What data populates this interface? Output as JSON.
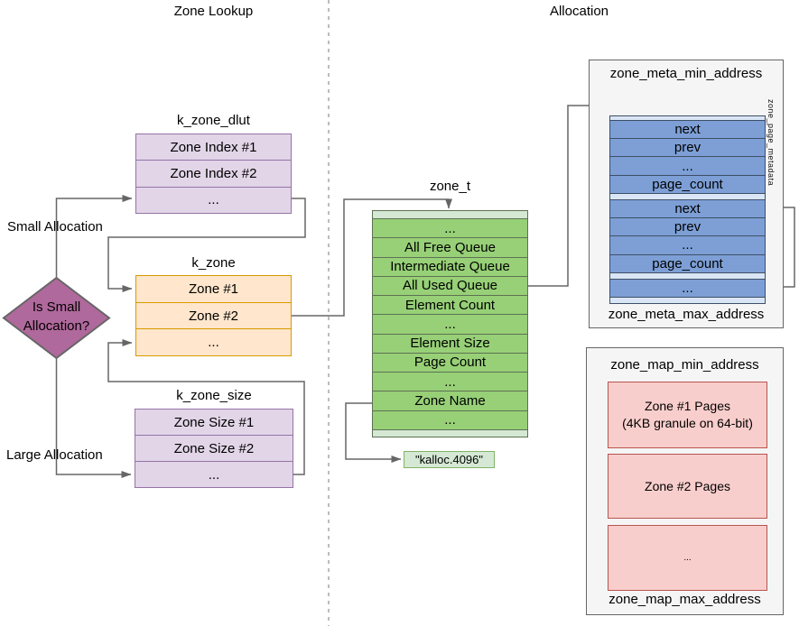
{
  "headers": {
    "left": "Zone Lookup",
    "right": "Allocation"
  },
  "lookup": {
    "decision": {
      "line1": "Is Small",
      "line2": "Allocation?"
    },
    "small_label": "Small Allocation",
    "large_label": "Large Allocation",
    "k_zone_dlut": {
      "title": "k_zone_dlut",
      "rows": [
        "Zone Index #1",
        "Zone Index #2",
        "..."
      ]
    },
    "k_zone": {
      "title": "k_zone",
      "rows": [
        "Zone #1",
        "Zone #2",
        "..."
      ]
    },
    "k_zone_size": {
      "title": "k_zone_size",
      "rows": [
        "Zone Size #1",
        "Zone Size #2",
        "..."
      ]
    }
  },
  "allocation": {
    "zone_t": {
      "title": "zone_t",
      "rows": [
        "...",
        "All Free Queue",
        "Intermediate Queue",
        "All Used Queue",
        "Element Count",
        "...",
        "Element Size",
        "Page Count",
        "...",
        "Zone Name",
        "..."
      ]
    },
    "zone_name_value": "\"kalloc.4096\"",
    "zone_meta": {
      "top_label": "zone_meta_min_address",
      "bottom_label": "zone_meta_max_address",
      "side_label": "zone_page_metadata",
      "rows": [
        "next",
        "prev",
        "...",
        "page_count",
        "next",
        "prev",
        "...",
        "page_count",
        "..."
      ]
    },
    "zone_map": {
      "top_label": "zone_map_min_address",
      "bottom_label": "zone_map_max_address",
      "page_boxes": [
        {
          "line1": "Zone #1 Pages",
          "line2": "(4KB granule on 64-bit)"
        },
        {
          "line1": "Zone #2 Pages"
        },
        {
          "line1": "..."
        }
      ]
    }
  },
  "colors": {
    "purple_fill": "#e1d5e7",
    "purple_stroke": "#9673a6",
    "orange_fill": "#ffe6cc",
    "orange_stroke": "#d79b00",
    "green_fill": "#97d077",
    "green_light": "#d5e8d4",
    "green_stroke": "#5d7152",
    "blue_fill": "#7d9fd6",
    "blue_light": "#dae6f5",
    "blue_stroke": "#3e4f66",
    "pink_fill": "#f8cecc",
    "pink_stroke": "#b85450",
    "gray_fill": "#f5f5f5",
    "gray_stroke": "#666666",
    "diamond_fill": "#b0699c",
    "connector": "#666666"
  }
}
